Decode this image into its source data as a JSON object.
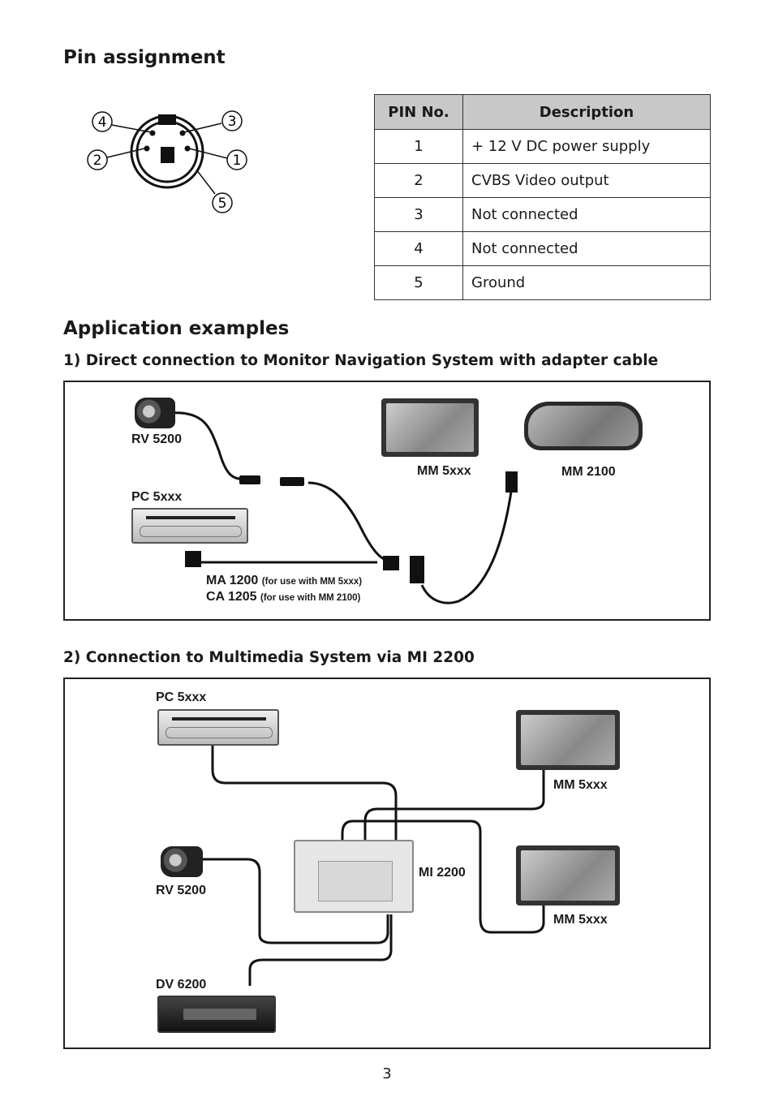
{
  "pin_section": {
    "title": "Pin assignment",
    "connector_labels": [
      "1",
      "2",
      "3",
      "4",
      "5"
    ],
    "table": {
      "headers": [
        "PIN No.",
        "Description"
      ],
      "rows": [
        {
          "no": "1",
          "desc": "+ 12 V DC power supply"
        },
        {
          "no": "2",
          "desc": "CVBS Video output"
        },
        {
          "no": "3",
          "desc": "Not connected"
        },
        {
          "no": "4",
          "desc": "Not connected"
        },
        {
          "no": "5",
          "desc": "Ground"
        }
      ]
    }
  },
  "app_section": {
    "title": "Application examples",
    "example1": {
      "title": "1) Direct connection to Monitor Navigation System with adapter cable",
      "labels": {
        "rv": "RV 5200",
        "pc": "PC 5xxx",
        "mm5": "MM 5xxx",
        "mm2100": "MM 2100",
        "ma_model": "MA 1200",
        "ma_note": "(for use with MM 5xxx)",
        "ca_model": "CA 1205",
        "ca_note": "(for use with MM 2100)"
      }
    },
    "example2": {
      "title": "2) Connection to Multimedia System via MI 2200",
      "labels": {
        "pc": "PC 5xxx",
        "mm5_top": "MM 5xxx",
        "mm5_bottom": "MM 5xxx",
        "rv": "RV 5200",
        "mi": "MI 2200",
        "dv": "DV 6200"
      }
    }
  },
  "page_number": "3"
}
